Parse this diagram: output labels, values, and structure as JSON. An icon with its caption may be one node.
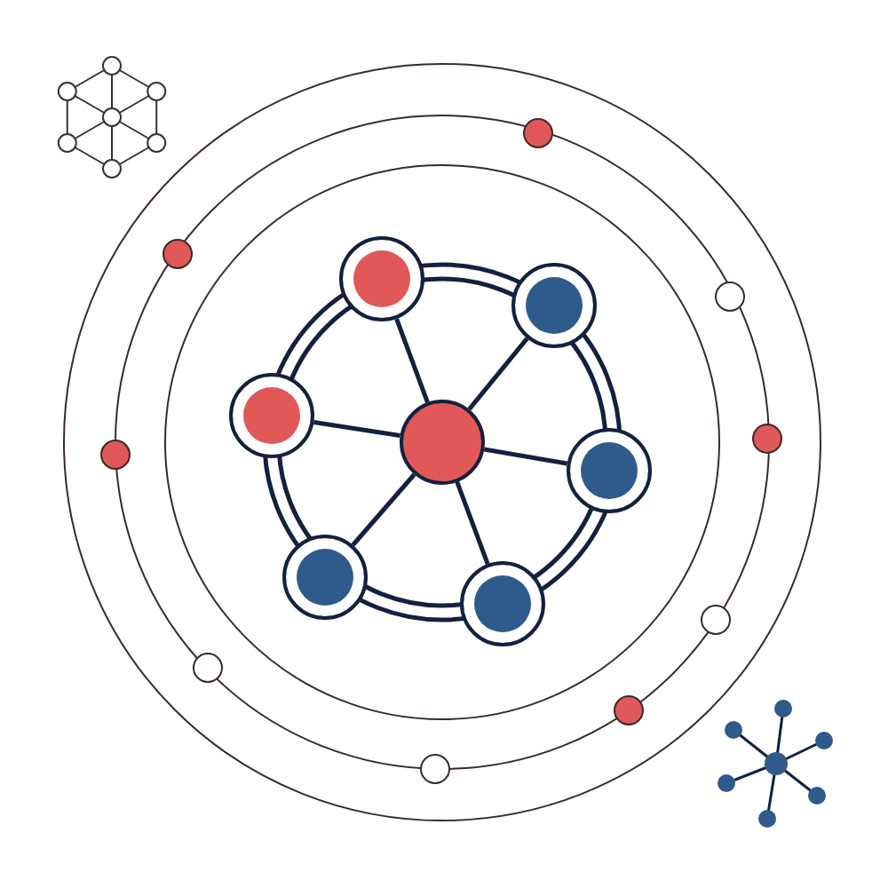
{
  "diagram": {
    "nodes": [
      {
        "text": [],
        "shape": "circle"
      },
      {
        "text": [],
        "shape": "circle"
      },
      {
        "text": [],
        "shape": "circle"
      },
      {
        "text": [],
        "shape": "circle"
      },
      {
        "text": [],
        "shape": "circle"
      },
      {
        "text": [],
        "shape": "circle"
      },
      {
        "text": [],
        "shape": "circle"
      }
    ],
    "edges": [
      {
        "from": 0,
        "to": 1,
        "arrow": "none"
      },
      {
        "from": 0,
        "to": 2,
        "arrow": "none"
      },
      {
        "from": 0,
        "to": 3,
        "arrow": "none"
      },
      {
        "from": 0,
        "to": 4,
        "arrow": "none"
      },
      {
        "from": 0,
        "to": 5,
        "arrow": "none"
      },
      {
        "from": 0,
        "to": 6,
        "arrow": "none"
      }
    ]
  }
}
